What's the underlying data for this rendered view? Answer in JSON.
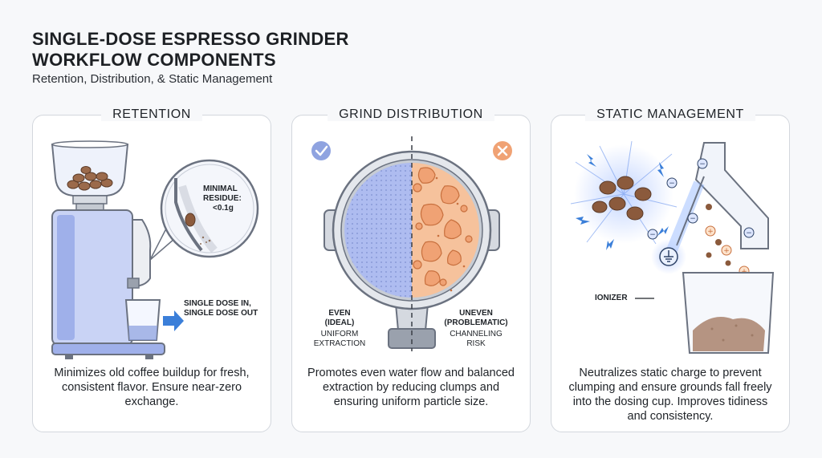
{
  "header": {
    "title_line1": "SINGLE-DOSE ESPRESSO GRINDER",
    "title_line2": "WORKFLOW COMPONENTS",
    "subtitle": "Retention, Distribution, & Static Management"
  },
  "panels": {
    "retention": {
      "heading": "RETENTION",
      "callout_line1": "MINIMAL",
      "callout_line2": "RESIDUE:",
      "callout_line3": "<0.1g",
      "dose_line1": "SINGLE DOSE IN,",
      "dose_line2": "SINGLE DOSE OUT",
      "description": "Minimizes old coffee buildup for fresh, consistent flavor. Ensure near-zero exchange."
    },
    "distribution": {
      "heading": "GRIND DISTRIBUTION",
      "even_line1": "EVEN",
      "even_line2": "(IDEAL)",
      "even_sub1": "UNIFORM",
      "even_sub2": "EXTRACTION",
      "uneven_line1": "UNEVEN",
      "uneven_line2": "(PROBLEMATIC)",
      "uneven_sub1": "CHANNELING",
      "uneven_sub2": "RISK",
      "description": "Promotes even water flow and balanced extraction by reducing clumps and ensuring uniform particle size."
    },
    "static": {
      "heading": "STATIC MANAGEMENT",
      "ionizer_label": "IONIZER",
      "description": "Neutralizes static charge to prevent clumping and ensure grounds fall freely into the dosing cup. Improves tidiness and consistency."
    }
  },
  "colors": {
    "accent_blue": "#8fa3e0",
    "accent_orange": "#f0a274",
    "arrow_blue": "#3b7fd9"
  },
  "icons": [
    "check-icon",
    "cross-icon",
    "ground-symbol-icon",
    "lightning-icon",
    "arrow-right-icon"
  ]
}
